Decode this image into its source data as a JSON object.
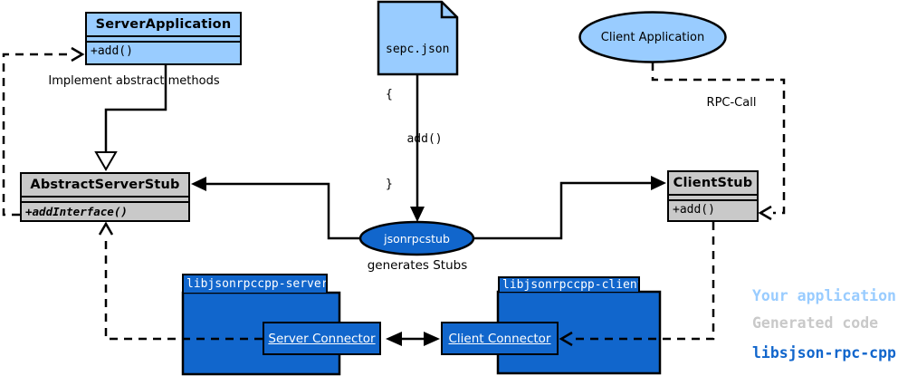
{
  "diagram": {
    "server_application": {
      "title": "ServerApplication",
      "method": "+add()"
    },
    "spec_note": {
      "lines": [
        "sepc.json",
        "{",
        "   add()",
        "}"
      ]
    },
    "client_application": {
      "label": "Client Application"
    },
    "abstract_server_stub": {
      "title": "AbstractServerStub",
      "method": "+addInterface()"
    },
    "client_stub": {
      "title": "ClientStub",
      "method": "+add()"
    },
    "jsonrpcstub": {
      "label": "jsonrpcstub"
    },
    "labels": {
      "implement_note": "Implement abstract methods",
      "rpc_call": "RPC-Call",
      "generates_stubs": "generates Stubs"
    },
    "packages": {
      "server": {
        "tab": "libjsonrpccpp-server",
        "connector": "Server Connector"
      },
      "client": {
        "tab": "libjsonrpccpp-client",
        "connector": "Client Connector"
      }
    },
    "legend": [
      {
        "label": "Your application",
        "color": "#99CCFF"
      },
      {
        "label": "Generated code",
        "color": "#C9C9C9"
      },
      {
        "label": "libsjson-rpc-cpp",
        "color": "#1166CC"
      }
    ],
    "colors": {
      "light_blue": "#99CCFF",
      "gray": "#C9C9C9",
      "blue": "#1166CC"
    }
  }
}
